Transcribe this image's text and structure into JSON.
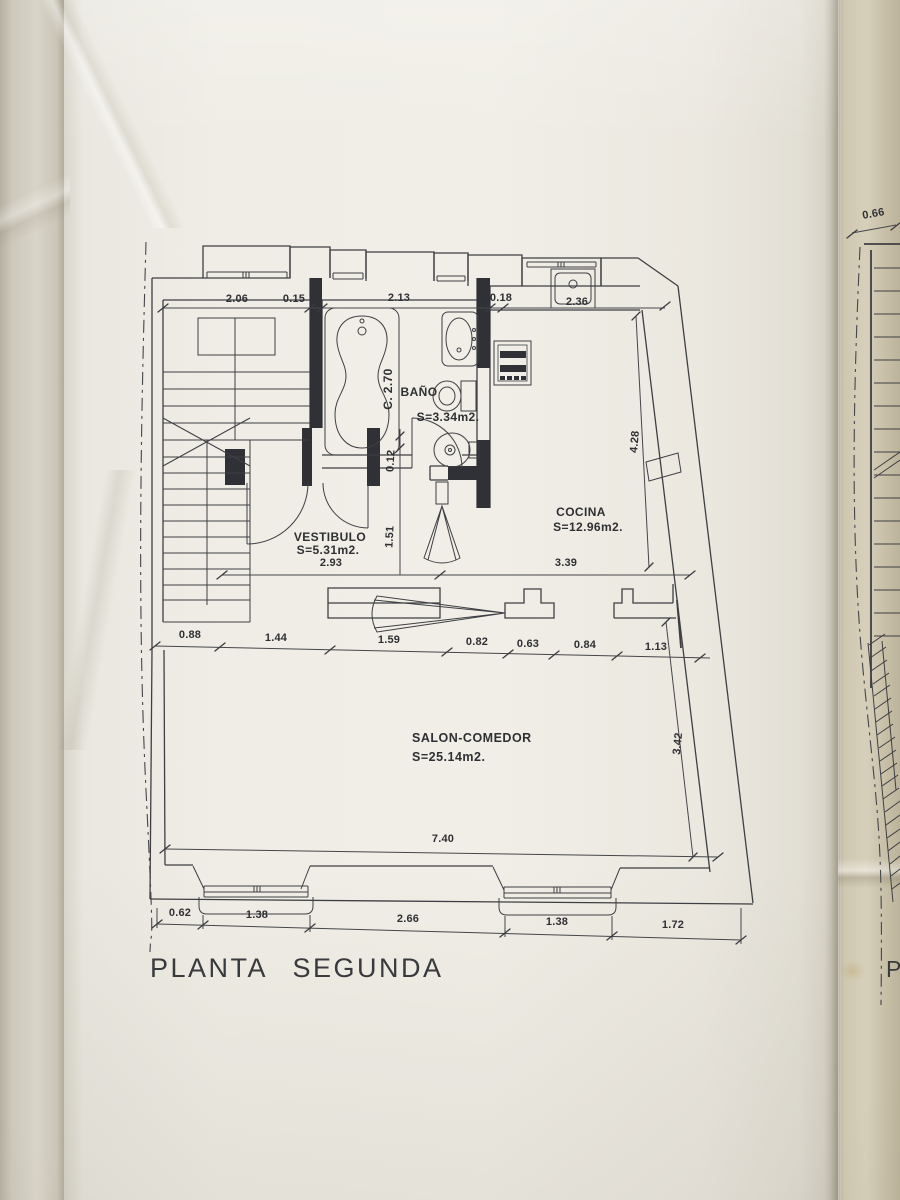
{
  "page": {
    "title": "PLANTA SEGUNDA",
    "adjacent_label_partial": "P"
  },
  "rooms": {
    "vestibulo": {
      "name": "VESTIBULO",
      "area": "S=5.31m2."
    },
    "bano": {
      "name": "BAÑO",
      "area": "S=3.34m2.",
      "ceiling": "C. 2.70"
    },
    "cocina": {
      "name": "COCINA",
      "area": "S=12.96m2."
    },
    "salon": {
      "name": "SALON-COMEDOR",
      "area": "S=25.14m2."
    }
  },
  "dims": {
    "top": [
      "2.06",
      "0.15",
      "2.13",
      "0.18",
      "2.36"
    ],
    "mid_horizontal": [
      "2.93",
      "3.39"
    ],
    "mid_vertical": [
      "0.12",
      "1.51"
    ],
    "kitchen_depth": "4.28",
    "belt": [
      "0.88",
      "1.44",
      "1.59",
      "0.82",
      "0.63",
      "0.84",
      "1.13"
    ],
    "salon_width": "7.40",
    "salon_depth": "3.42",
    "bottom": [
      "0.62",
      "1.38",
      "2.66",
      "1.38",
      "1.72"
    ],
    "adjacent": "0.66"
  },
  "colors": {
    "ink": "#3e3f44",
    "paper": "#efede5"
  }
}
